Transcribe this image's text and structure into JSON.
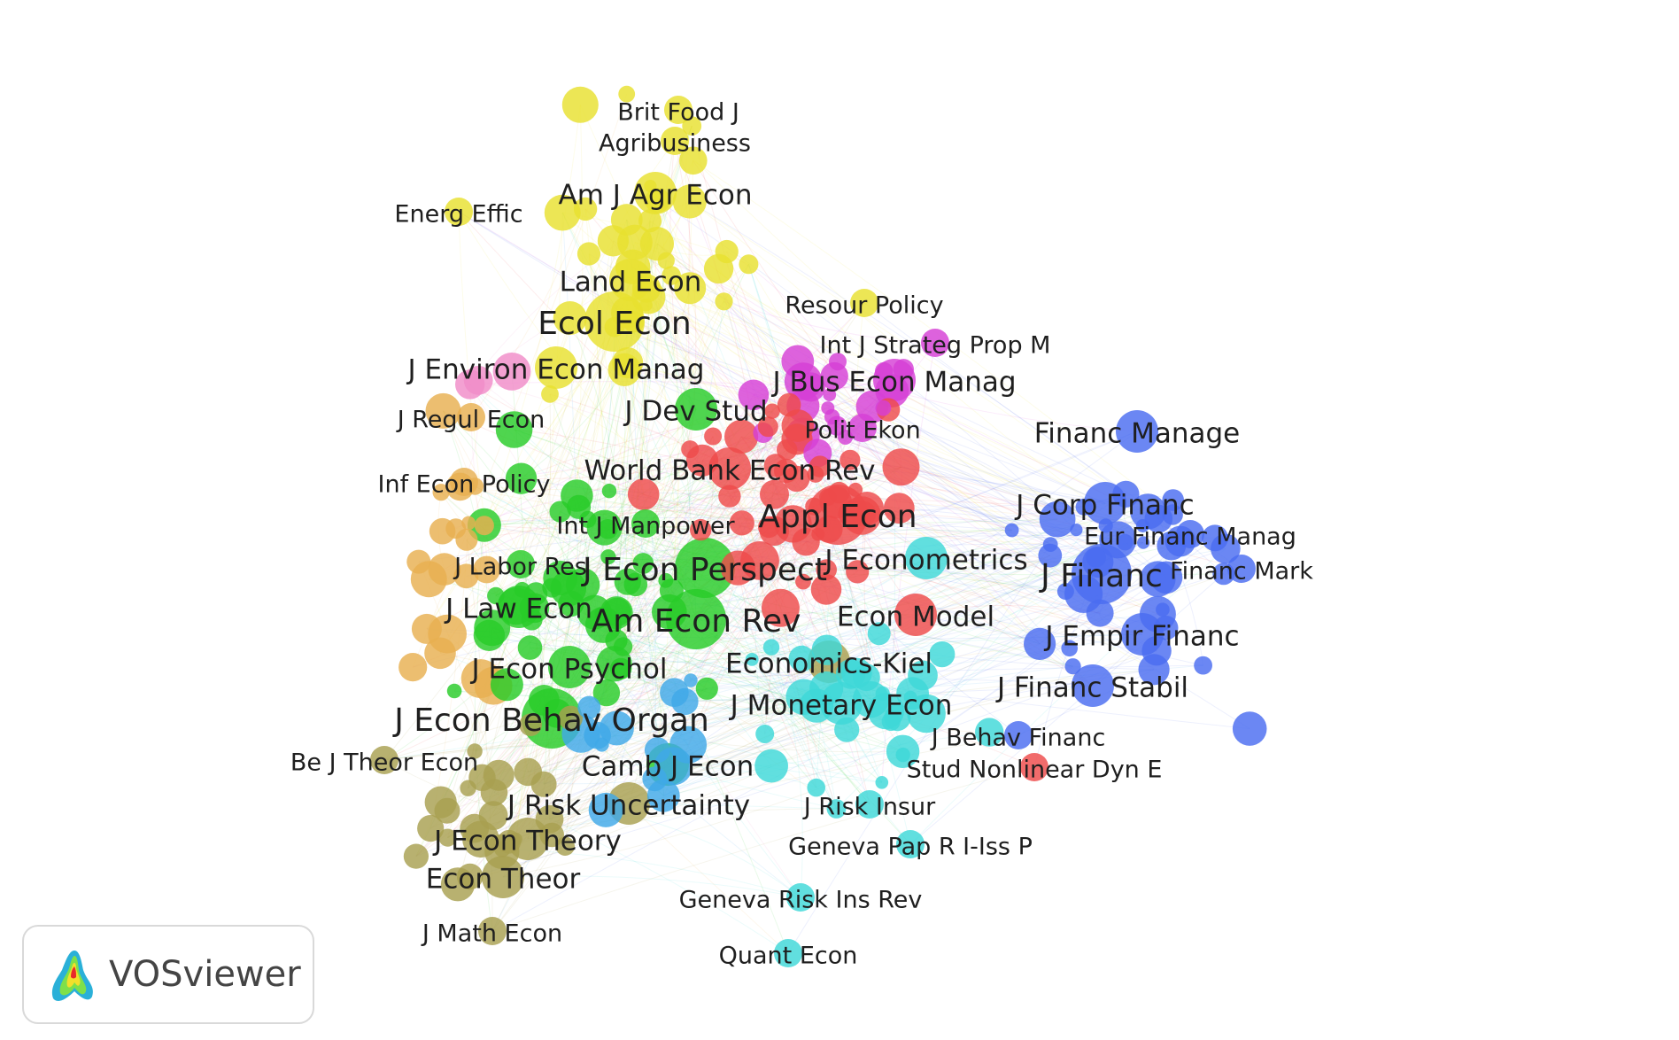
{
  "app": {
    "name": "VOSviewer",
    "logo_icon": "vosviewer-logo-icon"
  },
  "cluster_colors": {
    "red": "#ee4b4b",
    "green": "#28cc28",
    "blue": "#4a6cf0",
    "yellow": "#e8e030",
    "magenta": "#d640d6",
    "cyan": "#3ed8d8",
    "orange": "#e8b050",
    "olive": "#a8a050",
    "skyblue": "#40a8e8",
    "pink": "#f08cc8"
  },
  "nodes": [
    {
      "label": "Brit Food J",
      "cluster": "yellow",
      "size": 1
    },
    {
      "label": "Agribusiness",
      "cluster": "yellow",
      "size": 1
    },
    {
      "label": "Am J Agr Econ",
      "cluster": "yellow",
      "size": 2
    },
    {
      "label": "Energ Effic",
      "cluster": "yellow",
      "size": 1
    },
    {
      "label": "Land Econ",
      "cluster": "yellow",
      "size": 2
    },
    {
      "label": "Ecol Econ",
      "cluster": "yellow",
      "size": 3
    },
    {
      "label": "Resour Policy",
      "cluster": "yellow",
      "size": 1
    },
    {
      "label": "Int J Strateg Prop M",
      "cluster": "magenta",
      "size": 1
    },
    {
      "label": "J Environ Econ Manag",
      "cluster": "yellow",
      "size": 2
    },
    {
      "label": "J Bus Econ Manag",
      "cluster": "magenta",
      "size": 2
    },
    {
      "label": "J Regul Econ",
      "cluster": "orange",
      "size": 1
    },
    {
      "label": "J Dev Stud",
      "cluster": "green",
      "size": 2
    },
    {
      "label": "Polit Ekon",
      "cluster": "magenta",
      "size": 1
    },
    {
      "label": "Financ Manage",
      "cluster": "blue",
      "size": 2
    },
    {
      "label": "World Bank Econ Rev",
      "cluster": "red",
      "size": 2
    },
    {
      "label": "Inf Econ Policy",
      "cluster": "orange",
      "size": 1
    },
    {
      "label": "J Corp Financ",
      "cluster": "blue",
      "size": 2
    },
    {
      "label": "Appl Econ",
      "cluster": "red",
      "size": 3
    },
    {
      "label": "Int J Manpower",
      "cluster": "green",
      "size": 1
    },
    {
      "label": "Eur Financ Manag",
      "cluster": "blue",
      "size": 1
    },
    {
      "label": "J Econometrics",
      "cluster": "cyan",
      "size": 2
    },
    {
      "label": "J Labor Res",
      "cluster": "green",
      "size": 1
    },
    {
      "label": "J Econ Perspect",
      "cluster": "green",
      "size": 3
    },
    {
      "label": "J Financ",
      "cluster": "blue",
      "size": 3
    },
    {
      "label": "Financ Mark",
      "cluster": "blue",
      "size": 1
    },
    {
      "label": "J Law Econ",
      "cluster": "green",
      "size": 2
    },
    {
      "label": "Am Econ Rev",
      "cluster": "green",
      "size": 3
    },
    {
      "label": "Econ Model",
      "cluster": "red",
      "size": 2
    },
    {
      "label": "J Empir Financ",
      "cluster": "blue",
      "size": 2
    },
    {
      "label": "Economics-Kiel",
      "cluster": "olive",
      "size": 2
    },
    {
      "label": "J Econ Psychol",
      "cluster": "green",
      "size": 2
    },
    {
      "label": "J Financ Stabil",
      "cluster": "blue",
      "size": 2
    },
    {
      "label": "J Monetary Econ",
      "cluster": "cyan",
      "size": 2
    },
    {
      "label": "J Econ Behav Organ",
      "cluster": "green",
      "size": 3
    },
    {
      "label": "J Behav Financ",
      "cluster": "blue",
      "size": 1
    },
    {
      "label": "Be J Theor Econ",
      "cluster": "olive",
      "size": 1
    },
    {
      "label": "Camb J Econ",
      "cluster": "green",
      "size": 2
    },
    {
      "label": "Stud Nonlinear Dyn E",
      "cluster": "red",
      "size": 1
    },
    {
      "label": "J Risk Uncertainty",
      "cluster": "olive",
      "size": 2
    },
    {
      "label": "J Risk Insur",
      "cluster": "cyan",
      "size": 1
    },
    {
      "label": "J Econ Theory",
      "cluster": "olive",
      "size": 2
    },
    {
      "label": "Geneva Pap R I-Iss P",
      "cluster": "cyan",
      "size": 1
    },
    {
      "label": "Econ Theor",
      "cluster": "olive",
      "size": 2
    },
    {
      "label": "Geneva Risk Ins Rev",
      "cluster": "cyan",
      "size": 1
    },
    {
      "label": "J Math Econ",
      "cluster": "olive",
      "size": 1
    },
    {
      "label": "Quant Econ",
      "cluster": "cyan",
      "size": 1
    }
  ]
}
